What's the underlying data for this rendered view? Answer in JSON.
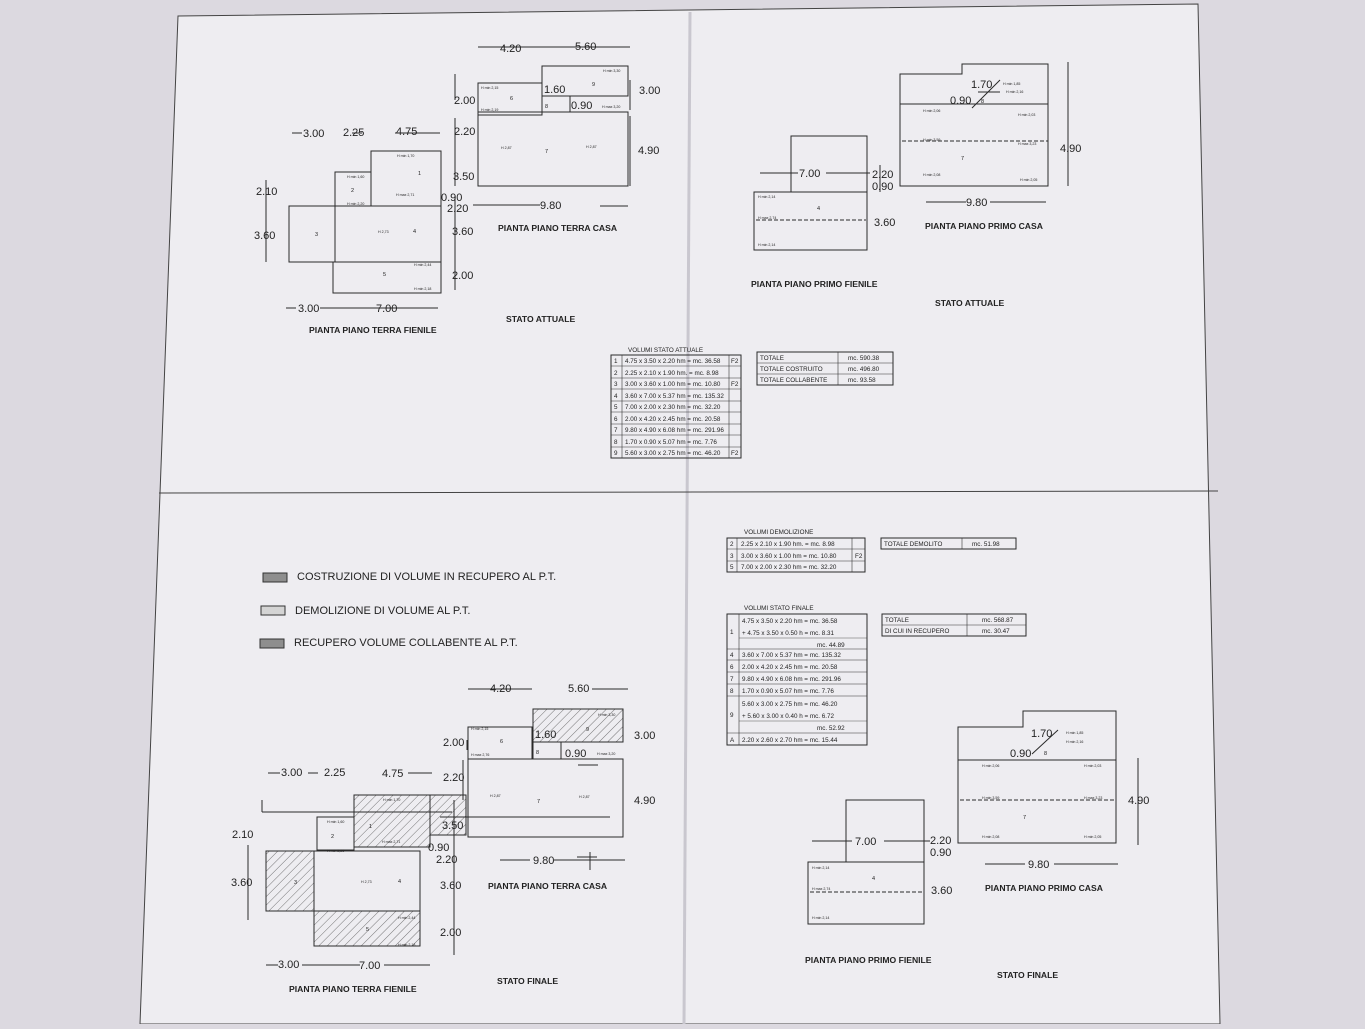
{
  "colors": {
    "paper": "#eeedf1",
    "ink": "#2a2a2a",
    "hatch": "#555555",
    "shade_dark": "#8e8e8e",
    "shade_light": "#d4d4d4"
  },
  "legend": {
    "construction": "COSTRUZIONE DI VOLUME IN RECUPERO AL P.T.",
    "demolition": "DEMOLIZIONE DI VOLUME AL P.T.",
    "recovery": "RECUPERO VOLUME COLLABENTE AL P.T."
  },
  "labels": {
    "terra_casa": "PIANTA PIANO TERRA CASA",
    "terra_fienile": "PIANTA PIANO TERRA FIENILE",
    "primo_casa": "PIANTA PIANO PRIMO CASA",
    "primo_fienile": "PIANTA PIANO PRIMO FIENILE",
    "stato_attuale": "STATO ATTUALE",
    "stato_finale": "STATO FINALE"
  },
  "dims": {
    "d_4_20": "4.20",
    "d_5_60": "5.60",
    "d_3_00": "3.00",
    "d_2_00": "2.00",
    "d_4_90": "4.90",
    "d_2_20": "2.20",
    "d_2_25": "2.25",
    "d_4_75": "4.75",
    "d_3_50": "3.50",
    "d_0_90": "0.90",
    "d_2_10": "2.10",
    "d_3_60": "3.60",
    "d_9_80": "9.80",
    "d_7_00": "7.00",
    "d_1_60": "1.60",
    "d_1_70": "1.70"
  },
  "rooms": {
    "r1": "1",
    "r2": "2",
    "r3": "3",
    "r4": "4",
    "r5": "5",
    "r6": "6",
    "r7": "7",
    "r8": "8",
    "r9": "9"
  },
  "heights": {
    "hmin_2_15": "H min 2,15",
    "hmin_2_19": "H min 2,19",
    "hmin_3_30": "H min 3,30",
    "hmax_3_20": "H max 3,20",
    "h_2_87": "H 2,87",
    "hmin_1_70": "H min 1,70",
    "hmin_1_60": "H min 1,60",
    "hmax_2_71": "H max 2,71",
    "hmin_2_20": "H min 2,20",
    "h_2_73": "H 2,73",
    "hmin_2_44": "H min 2,44",
    "hmin_2_18": "H min 2,18",
    "hmin_2_14": "H min 2,14",
    "hmax_2_74": "H max 2,74",
    "hmin_1_85": "H min 1,85",
    "hmin_2_16": "H min 2,16",
    "hmin_2_06": "H min 2,06",
    "hmin_2_03": "H min 2,03",
    "hmin_3_59": "H min 3,59",
    "hmax_3_23": "H max 3,23",
    "hmin_2_08": "H min 2,08",
    "hmin_2_05": "H min 2,05",
    "h_2_70": "H 2,70",
    "hmax_2_76": "H max 2,76"
  },
  "volumi_attuale": {
    "title": "VOLUMI STATO ATTUALE",
    "rows": [
      {
        "n": "1",
        "t": "4.75 x 3.50 x 2.20 hm = mc. 36.58",
        "f": "F2"
      },
      {
        "n": "2",
        "t": "2.25 x 2.10 x 1.90 hm. = mc. 8.98",
        "f": ""
      },
      {
        "n": "3",
        "t": "3.00 x 3.60 x 1.00 hm = mc. 10.80",
        "f": "F2"
      },
      {
        "n": "4",
        "t": "3.60 x 7.00 x 5.37 hm = mc. 135.32",
        "f": ""
      },
      {
        "n": "5",
        "t": "7.00 x 2.00 x 2.30 hm = mc. 32.20",
        "f": ""
      },
      {
        "n": "6",
        "t": "2.00 x 4.20 x 2.45 hm = mc. 20.58",
        "f": ""
      },
      {
        "n": "7",
        "t": "9.80 x 4.90 x 6.08 hm = mc. 291.96",
        "f": ""
      },
      {
        "n": "8",
        "t": "1.70 x 0.90 x 5.07 hm = mc. 7.76",
        "f": ""
      },
      {
        "n": "9",
        "t": "5.60 x 3.00 x 2.75 hm = mc. 46.20",
        "f": "F2"
      }
    ]
  },
  "totali_attuale": [
    {
      "l": "TOTALE",
      "v": "mc. 590.38"
    },
    {
      "l": "TOTALE COSTRUITO",
      "v": "mc. 496.80"
    },
    {
      "l": "TOTALE COLLABENTE",
      "v": "mc. 93.58"
    }
  ],
  "volumi_demolizione": {
    "title": "VOLUMI DEMOLIZIONE",
    "rows": [
      {
        "n": "2",
        "t": "2.25 x 2.10 x 1.90 hm. = mc. 8.98",
        "f": ""
      },
      {
        "n": "3",
        "t": "3.00 x 3.60 x 1.00 hm = mc. 10.80",
        "f": "F2"
      },
      {
        "n": "5",
        "t": "7.00 x 2.00 x 2.30 hm = mc. 32.20",
        "f": ""
      }
    ]
  },
  "totale_demolito": {
    "l": "TOTALE DEMOLITO",
    "v": "mc. 51.98"
  },
  "volumi_finale": {
    "title": "VOLUMI STATO FINALE",
    "row1_a": "4.75 x 3.50 x 2.20 hm = mc. 36.58",
    "row1_b": "+ 4.75 x 3.50 x 0.50 h = mc.  8.31",
    "row1_c": "mc. 44.89",
    "rows": [
      {
        "n": "4",
        "t": "3.60 x 7.00 x 5.37 hm = mc. 135.32"
      },
      {
        "n": "6",
        "t": "2.00 x 4.20 x 2.45 hm = mc. 20.58"
      },
      {
        "n": "7",
        "t": "9.80 x 4.90 x 6.08 hm = mc. 291.96"
      },
      {
        "n": "8",
        "t": "1.70 x 0.90 x 5.07 hm = mc. 7.76"
      }
    ],
    "row9_a": "5.60 x 3.00 x 2.75 hm = mc. 46.20",
    "row9_b": "+ 5.60 x 3.00 x 0.40 h = mc.  6.72",
    "row9_c": "mc. 52.92",
    "rowA": "2.20 x 2.60 x 2.70 hm = mc. 15.44",
    "n1": "1",
    "n9": "9",
    "nA": "A"
  },
  "totali_finale": [
    {
      "l": "TOTALE",
      "v": "mc. 568.87"
    },
    {
      "l": "DI CUI IN RECUPERO",
      "v": "mc. 30.47"
    }
  ]
}
